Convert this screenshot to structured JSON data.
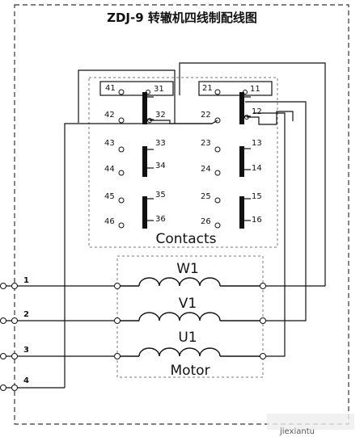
{
  "title": "ZDJ-9 转辙机四线制配线图",
  "contacts": {
    "label": "Contacts",
    "left_column": [
      "41",
      "42",
      "43",
      "44",
      "45",
      "46"
    ],
    "left_blades": [
      "31",
      "32",
      "33",
      "34",
      "35",
      "36"
    ],
    "right_column": [
      "21",
      "22",
      "23",
      "24",
      "25",
      "26"
    ],
    "right_blades": [
      "11",
      "12",
      "13",
      "14",
      "15",
      "16"
    ]
  },
  "motor": {
    "label": "Motor",
    "windings": [
      "W1",
      "V1",
      "U1"
    ]
  },
  "terminals": [
    "1",
    "2",
    "3",
    "4"
  ],
  "watermark": "jiexiantu"
}
